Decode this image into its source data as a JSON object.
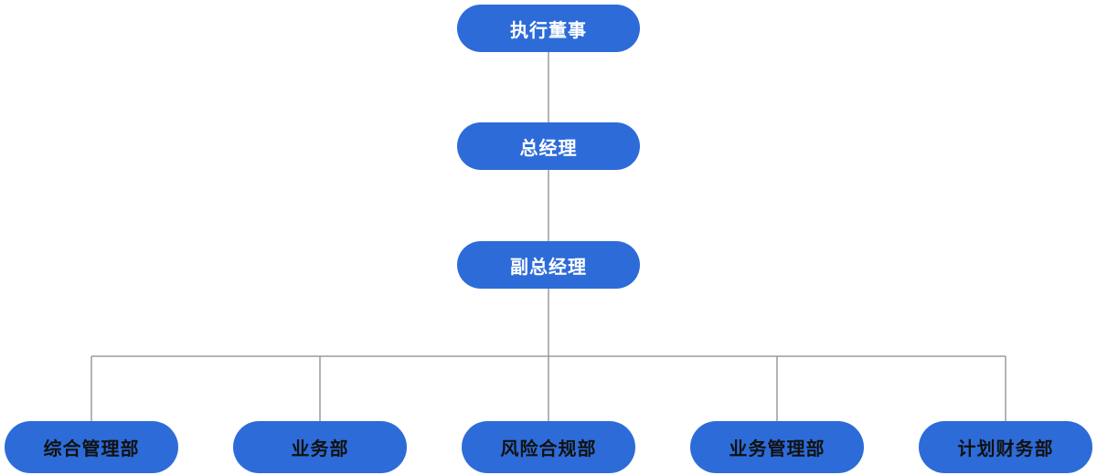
{
  "palette": {
    "node_fill": "#2d6cd8",
    "top_text": "#ffffff",
    "dept_text": "#111111",
    "connector": "#9b9b9b",
    "page_bg": "#ffffff"
  },
  "org_chart": {
    "type": "org-hierarchy",
    "levels": [
      {
        "label": "执行董事"
      },
      {
        "label": "总经理"
      },
      {
        "label": "副总经理"
      }
    ],
    "departments": [
      {
        "label": "综合管理部"
      },
      {
        "label": "业务部"
      },
      {
        "label": "风险合规部"
      },
      {
        "label": "业务管理部"
      },
      {
        "label": "计划财务部"
      }
    ],
    "hierarchy": "执行董事 > 总经理 > 副总经理 > [综合管理部, 业务部, 风险合规部, 业务管理部, 计划财务部]"
  }
}
